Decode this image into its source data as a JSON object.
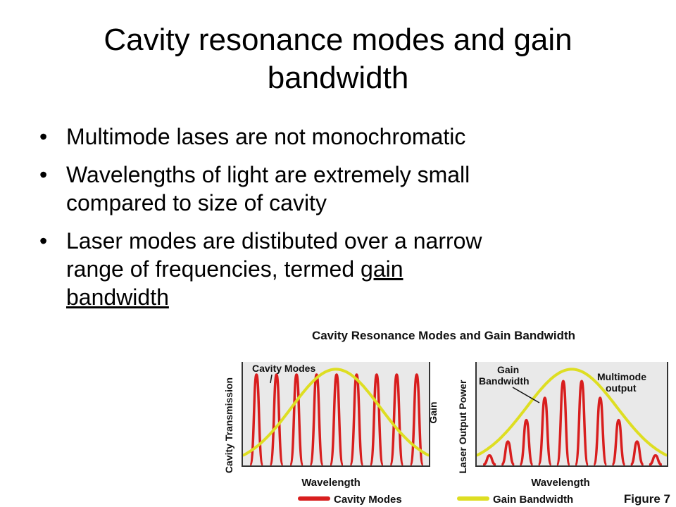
{
  "slide": {
    "title_line1": "Cavity resonance modes and gain",
    "title_line2": "bandwidth",
    "bullet_glyph": "•",
    "bullets": {
      "b1": "Multimode lases are not monochromatic",
      "b2_line1": "Wavelengths of light are extremely small",
      "b2_line2": "compared to size of cavity",
      "b3_line1": "Laser modes are distibuted over a narrow",
      "b3_line2_pre": "range of frequencies, termed ",
      "b3_line2_u": "gain",
      "b3_line3_u": "bandwidth"
    }
  },
  "figure": {
    "title": "Cavity Resonance Modes and Gain Bandwidth",
    "left_panel": {
      "ylabel": "Cavity Transmission",
      "xlabel": "Wavelength",
      "annotation": "Cavity Modes",
      "right_axis_label": "Gain"
    },
    "right_panel": {
      "ylabel": "Laser Output Power",
      "xlabel": "Wavelength",
      "annotation_gain_line1": "Gain",
      "annotation_gain_line2": "Bandwidth",
      "annotation_multi_line1": "Multimode",
      "annotation_multi_line2": "output"
    },
    "legend": {
      "cavity_modes": "Cavity Modes",
      "gain_bandwidth": "Gain Bandwidth"
    },
    "figure_label": "Figure 7",
    "colors": {
      "mode_red": "#d81e1e",
      "gain_yellow": "#dede22",
      "gain_outline": "#707020",
      "panel_fill": "#e9e9e9",
      "axis": "#333333"
    },
    "cavity_mode_count": 9,
    "output_mode_heights": [
      0.1,
      0.25,
      0.48,
      0.72,
      0.9,
      0.9,
      0.72,
      0.48,
      0.25,
      0.1
    ],
    "gain_peak_fraction": 0.93
  }
}
